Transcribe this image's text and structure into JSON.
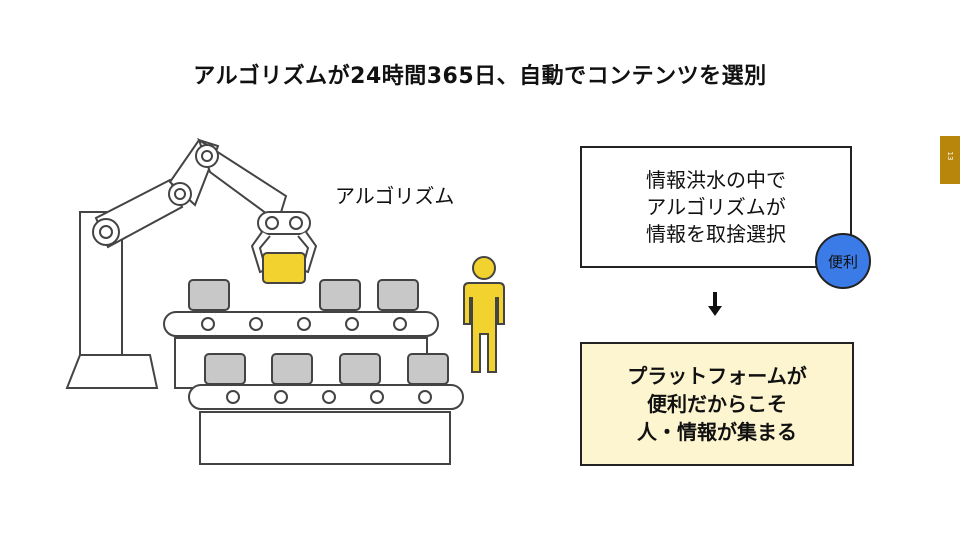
{
  "title": "アルゴリズムが24時間365日、自動でコンテンツを選別",
  "page_number": "13",
  "algorithm_label": "アルゴリズム",
  "info_box": {
    "line1": "情報洪水の中で",
    "line2": "アルゴリズムが",
    "line3": "情報を取捨選択"
  },
  "badge_label": "便利",
  "result_box": {
    "line1": "プラットフォームが",
    "line2": "便利だからこそ",
    "line3": "人・情報が集まる"
  },
  "colors": {
    "accent_gold": "#b8860b",
    "badge_blue": "#3b7be8",
    "result_bg": "#fdf5d0",
    "highlight_yellow": "#f2d22e"
  },
  "icons": [
    "robot-arm-icon",
    "conveyor-belt-icon",
    "person-icon",
    "down-arrow-icon"
  ]
}
